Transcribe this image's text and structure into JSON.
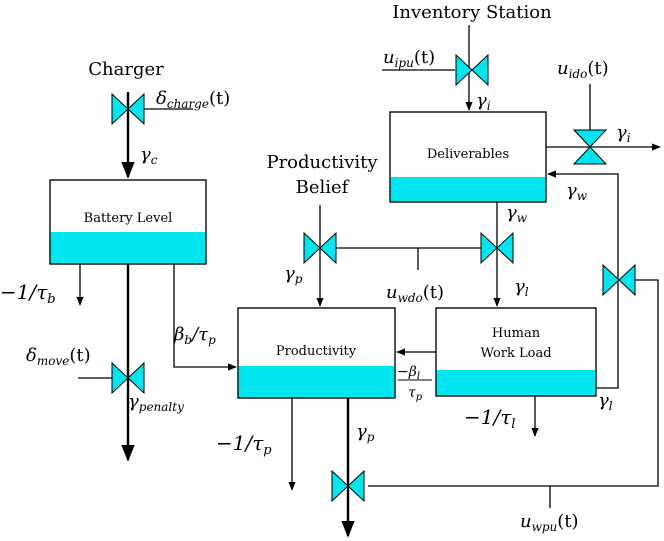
{
  "colors": {
    "fluid": "#00e5ee",
    "stroke": "#000000",
    "background": "#ffffff"
  },
  "labels": {
    "inventory_station": "Inventory Station",
    "charger": "Charger",
    "productivity_belief_line1": "Productivity",
    "productivity_belief_line2": "Belief",
    "gamma": "γ",
    "one_over_tau": "−1/τ",
    "beta": "β",
    "tau": "τ",
    "slash_tau": "/τ",
    "u": "u",
    "delta": "δ",
    "open_t": "(t)",
    "fraction_minus_beta": "−β",
    "sub_i": "i",
    "sub_c": "c",
    "sub_w": "w",
    "sub_p": "p",
    "sub_l": "l",
    "sub_b": "b",
    "sub_ipu": "ipu",
    "sub_ido": "ido",
    "sub_wdo": "wdo",
    "sub_wpu": "wpu",
    "sub_charge": "charge",
    "sub_move": "move",
    "sub_penalty": "penalty"
  },
  "stocks": {
    "deliverables": "Deliverables",
    "battery_level": "Battery Level",
    "productivity": "Productivity",
    "human_work_load_line1": "Human",
    "human_work_load_line2": "Work Load"
  }
}
